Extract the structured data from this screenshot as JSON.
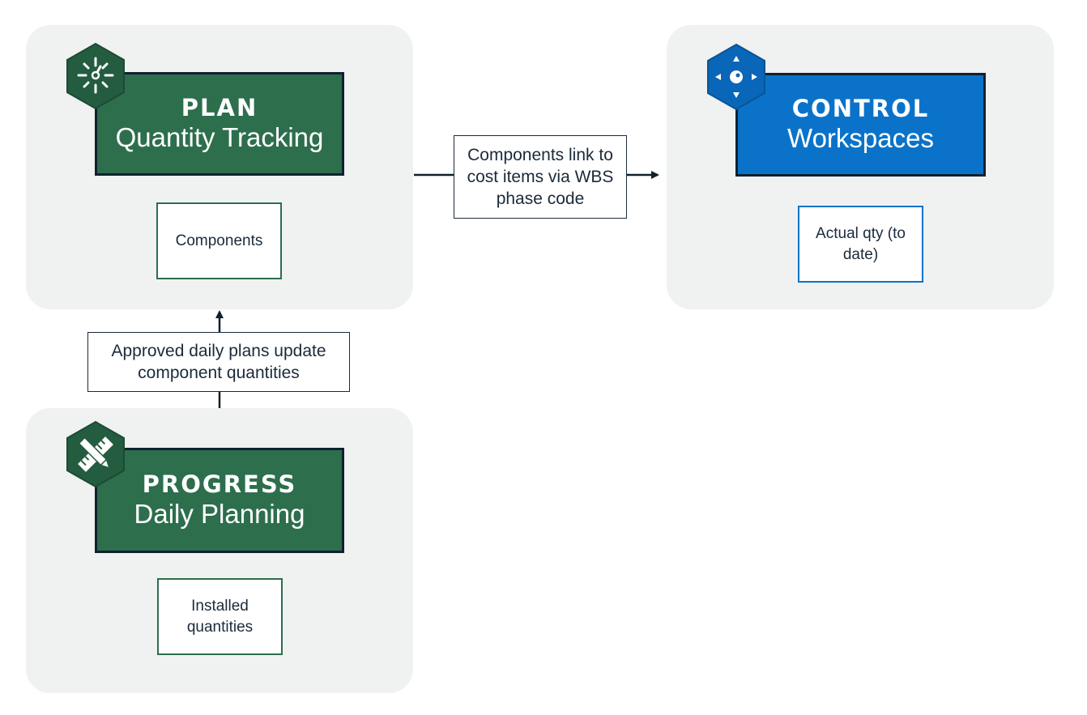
{
  "colors": {
    "green": "#2d6e4d",
    "blue": "#0a73c9",
    "panel": "#f0f1f1",
    "dark": "#10212e"
  },
  "plan": {
    "title": "PLAN",
    "subtitle": "Quantity Tracking",
    "icon": "sunburst-dial-icon",
    "item": "Components"
  },
  "control": {
    "title": "CONTROL",
    "subtitle": "Workspaces",
    "icon": "target-direction-icon",
    "item": "Actual qty (to date)"
  },
  "progress": {
    "title": "PROGRESS",
    "subtitle": "Daily Planning",
    "icon": "ruler-pencil-icon",
    "item": "Installed quantities"
  },
  "connections": {
    "plan_to_control": "Components link to cost items via WBS phase code",
    "progress_to_plan": "Approved daily plans update component quantities"
  }
}
